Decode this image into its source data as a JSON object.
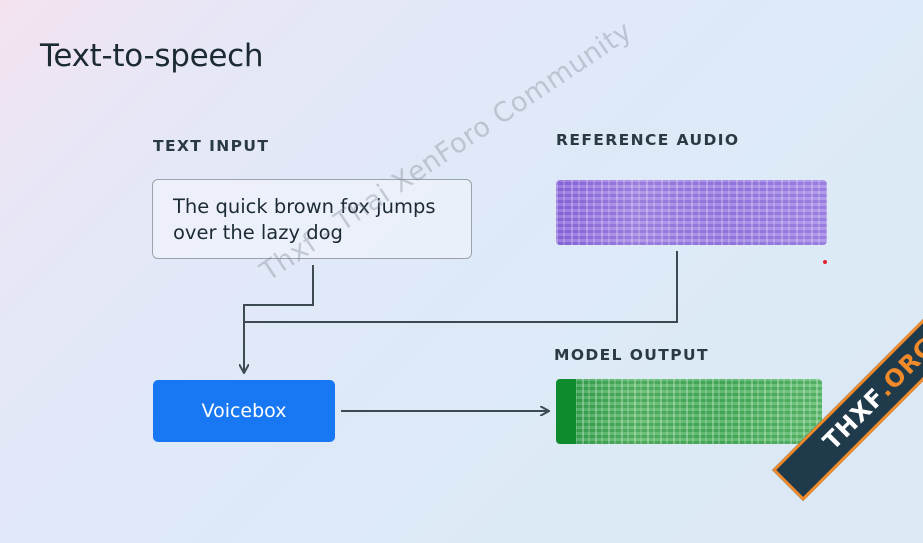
{
  "title": "Text-to-speech",
  "text_input": {
    "label": "TEXT INPUT",
    "value": "The quick brown fox jumps over the lazy dog"
  },
  "reference_audio": {
    "label": "REFERENCE AUDIO",
    "color": "#9b7fe2"
  },
  "model": {
    "name": "Voicebox",
    "color": "#1877f2"
  },
  "model_output": {
    "label": "MODEL OUTPUT",
    "color": "#4bb05e"
  },
  "watermark": {
    "text": "Thxf - Thai XenForo Community"
  },
  "badge": {
    "main": "THXF",
    "suffix": ".ORG"
  }
}
